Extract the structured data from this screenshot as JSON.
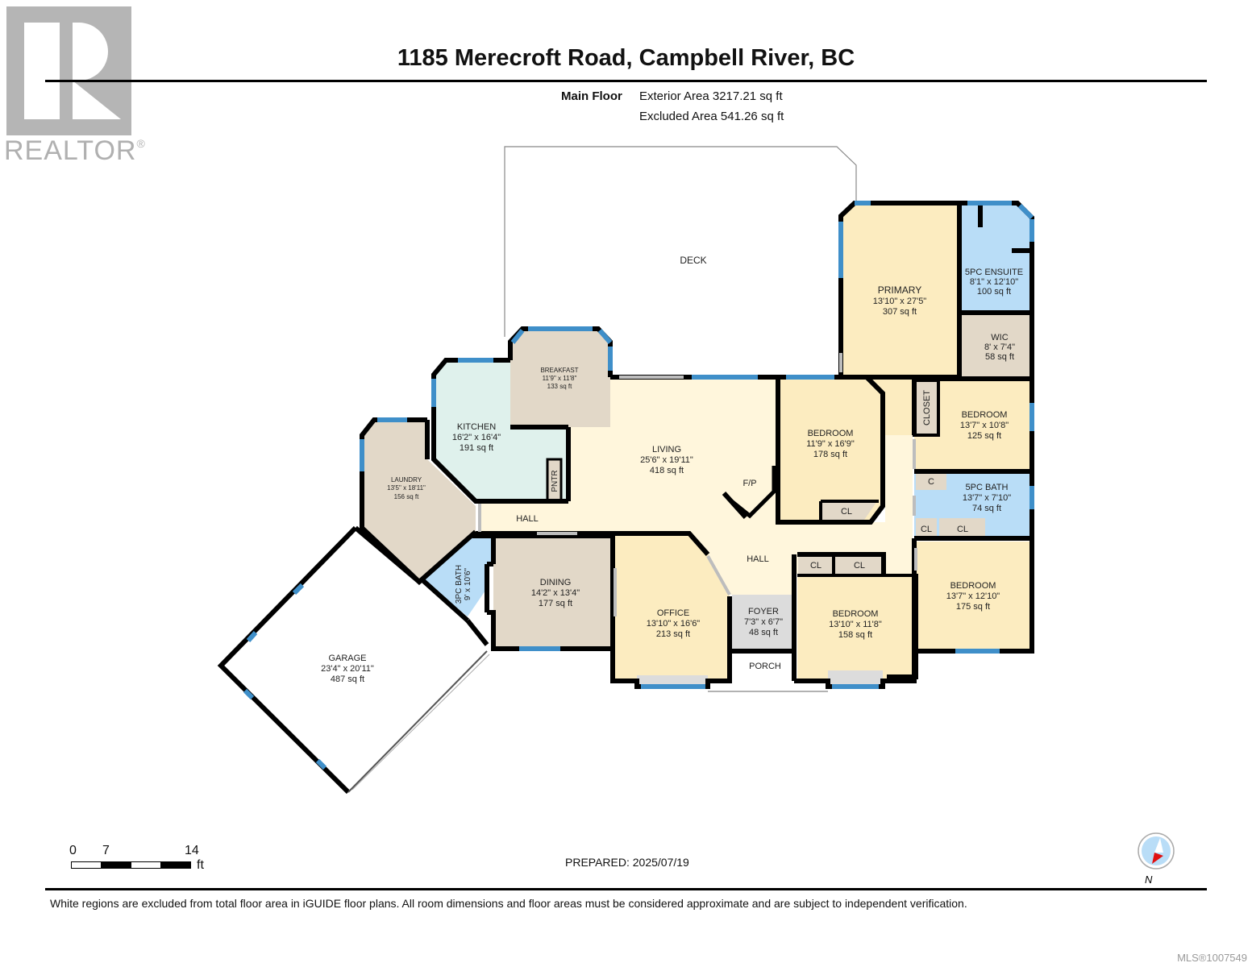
{
  "logo": {
    "text": "REALTOR",
    "registered": "®"
  },
  "header": {
    "title": "1185 Merecroft Road, Campbell River, BC",
    "floor_name": "Main Floor",
    "exterior_area": "Exterior Area 3217.21 sq ft",
    "excluded_area": "Excluded Area 541.26 sq ft"
  },
  "colors": {
    "wall": "#000000",
    "window": "#3f8fc9",
    "bedroom_fill": "#fcecc0",
    "living_fill": "#fff6dc",
    "kitchen_fill": "#dff1ec",
    "utility_fill": "#e2d8c8",
    "bath_fill": "#b9ddf7",
    "foyer_fill": "#dcdcdc",
    "excluded_fill": "#ffffff",
    "compass_ring": "#b9ddf7",
    "compass_needle": "#e01010"
  },
  "rooms": {
    "deck": {
      "name": "DECK"
    },
    "primary": {
      "name": "PRIMARY",
      "dims": "13'10\" x 27'5\"",
      "area": "307 sq ft"
    },
    "ensuite": {
      "name": "5PC ENSUITE",
      "dims": "8'1\" x 12'10\"",
      "area": "100 sq ft"
    },
    "wic": {
      "name": "WIC",
      "dims": "8' x 7'4\"",
      "area": "58 sq ft"
    },
    "closet": {
      "name": "CLOSET"
    },
    "bedroom_ne": {
      "name": "BEDROOM",
      "dims": "13'7\" x 10'8\"",
      "area": "125 sq ft"
    },
    "bath5": {
      "name": "5PC BATH",
      "dims": "13'7\" x 7'10\"",
      "area": "74 sq ft"
    },
    "bath5_c": {
      "name": "C"
    },
    "cl_1": {
      "name": "CL"
    },
    "cl_2": {
      "name": "CL"
    },
    "cl_3": {
      "name": "CL"
    },
    "cl_4": {
      "name": "CL"
    },
    "cl_5": {
      "name": "CL"
    },
    "bedroom_se": {
      "name": "BEDROOM",
      "dims": "13'7\" x 12'10\"",
      "area": "175 sq ft"
    },
    "bedroom_s": {
      "name": "BEDROOM",
      "dims": "13'10\" x 11'8\"",
      "area": "158 sq ft"
    },
    "bedroom_c": {
      "name": "BEDROOM",
      "dims": "11'9\" x 16'9\"",
      "area": "178 sq ft"
    },
    "living": {
      "name": "LIVING",
      "dims": "25'6\" x 19'11\"",
      "area": "418 sq ft"
    },
    "fp": {
      "name": "F/P"
    },
    "breakfast": {
      "name": "BREAKFAST",
      "dims": "11'9\" x 11'8\"",
      "area": "133 sq ft"
    },
    "kitchen": {
      "name": "KITCHEN",
      "dims": "16'2\" x 16'4\"",
      "area": "191 sq ft"
    },
    "pantry": {
      "name": "PNTR"
    },
    "laundry": {
      "name": "LAUNDRY",
      "dims": "13'5\" x 18'11\"",
      "area": "156 sq ft"
    },
    "hall_w": {
      "name": "HALL"
    },
    "hall_e": {
      "name": "HALL"
    },
    "bath3": {
      "name": "3PC BATH",
      "dims": "9' x 10'6\""
    },
    "dining": {
      "name": "DINING",
      "dims": "14'2\" x 13'4\"",
      "area": "177 sq ft"
    },
    "office": {
      "name": "OFFICE",
      "dims": "13'10\" x 16'6\"",
      "area": "213 sq ft"
    },
    "foyer": {
      "name": "FOYER",
      "dims": "7'3\" x 6'7\"",
      "area": "48 sq ft"
    },
    "porch": {
      "name": "PORCH"
    },
    "garage": {
      "name": "GARAGE",
      "dims": "23'4\" x 20'11\"",
      "area": "487 sq ft"
    }
  },
  "scale_bar": {
    "ticks": [
      "0",
      "7",
      "14"
    ],
    "unit": "ft"
  },
  "prepared": "PREPARED: 2025/07/19",
  "compass": {
    "label": "N"
  },
  "footer": {
    "disclaimer": "White regions are excluded from total floor area in iGUIDE floor plans. All room dimensions and floor areas must be considered approximate and are subject to independent verification.",
    "mls": "MLS®1007549"
  }
}
